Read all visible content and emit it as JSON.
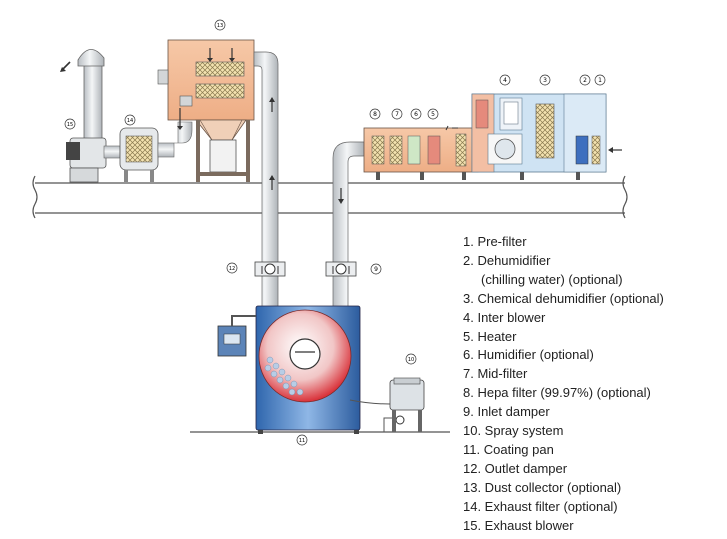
{
  "legend": [
    {
      "text": "1. Pre-filter"
    },
    {
      "text": "2. Dehumidifier",
      "sub": "(chilling water) (optional)"
    },
    {
      "text": "3. Chemical dehumidifier (optional)"
    },
    {
      "text": "4. Inter blower"
    },
    {
      "text": "5. Heater"
    },
    {
      "text": "6. Humidifier (optional)"
    },
    {
      "text": "7. Mid-filter"
    },
    {
      "text": "8. Hepa filter (99.97%) (optional)"
    },
    {
      "text": "9. Inlet damper"
    },
    {
      "text": "10. Spray system"
    },
    {
      "text": "11. Coating pan"
    },
    {
      "text": "12. Outlet damper"
    },
    {
      "text": "13. Dust collector (optional)"
    },
    {
      "text": "14. Exhaust filter (optional)"
    },
    {
      "text": "15. Exhaust blower"
    }
  ],
  "callouts": {
    "c1": "1",
    "c2": "2",
    "c3": "3",
    "c4": "4",
    "c5": "5",
    "c6": "6",
    "c7": "7",
    "c8": "8",
    "c9": "9",
    "c10": "10",
    "c11": "11",
    "c12": "12",
    "c13": "13",
    "c14": "14",
    "c15": "15"
  },
  "colors": {
    "duct": "#d9dde0",
    "ahu_blue": "#cfe3f3",
    "ahu_orange": "#f4b48e",
    "collector": "#efc3a5",
    "pan_blue": "#4f86c6",
    "pan_red": "#d9323a",
    "line": "#444444"
  }
}
